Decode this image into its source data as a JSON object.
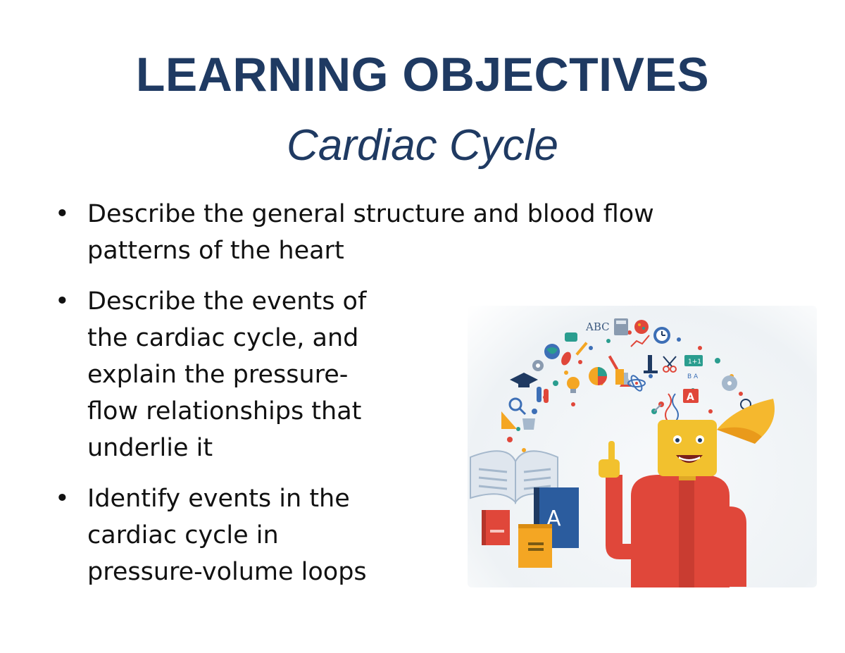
{
  "slide": {
    "title": "LEARNING OBJECTIVES",
    "subtitle": "Cardiac Cycle",
    "bullets": [
      "Describe the general structure and blood flow patterns of the heart",
      "Describe the events of the cardiac cycle, and explain the pressure-flow relationships that underlie it",
      "Identify events in the cardiac cycle in pressure-volume loops"
    ]
  },
  "illustration": {
    "labels": {
      "abc": "ABC",
      "book_letter": "A",
      "sign_letter": "A",
      "math_badge": "1+1",
      "abc_small": "B A",
      "letters_right": "B"
    },
    "colors": {
      "title": "#1f3a62",
      "shirt": "#e0473a",
      "skin": "#f2c12e",
      "hair": "#f5b82e"
    }
  }
}
